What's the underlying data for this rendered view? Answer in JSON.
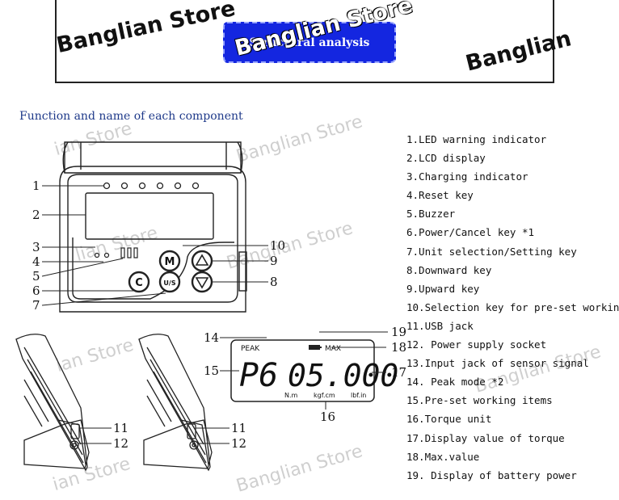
{
  "banner": {
    "title": "Structural analysis",
    "watermarks": [
      "Banglian Store",
      "Banglian Store",
      "Banglian"
    ]
  },
  "section_title": "Function and name of each component",
  "legend": [
    " 1.LED warning indicator",
    "2.LCD display",
    "3.Charging indicator",
    "4.Reset key",
    "5.Buzzer",
    "6.Power/Cancel key *1",
    "7.Unit selection/Setting key",
    "8.Downward key",
    "9.Upward key",
    "10.Selection key for pre-set workin",
    "11.USB jack",
    "12. Power supply socket",
    "13.Input jack of sensor signal",
    "14. Peak mode *2",
    "15.Pre-set working items",
    "16.Torque unit",
    "17.Display value of torque",
    "18.Max.value",
    "19. Display of battery power"
  ],
  "device_callouts": [
    "1",
    "2",
    "3",
    "4",
    "5",
    "6",
    "7",
    "10",
    "9",
    "8"
  ],
  "keys": {
    "m": "M",
    "c": "C",
    "us": "U/S"
  },
  "lcd": {
    "peak": "PEAK",
    "max": "MAX",
    "preset": "P6",
    "value": "05.000",
    "units": [
      "N.m",
      "kgf.cm",
      "lbf.in"
    ],
    "callouts": [
      "14",
      "19",
      "18",
      "15",
      "17",
      "16"
    ]
  },
  "side_callouts": [
    "11",
    "12",
    "11",
    "12"
  ],
  "body_watermarks": [
    "ian Store",
    "Banglian Store",
    "lian Store",
    "Banglian Store",
    "ian Store",
    "ian Store",
    "Banglian Store"
  ]
}
